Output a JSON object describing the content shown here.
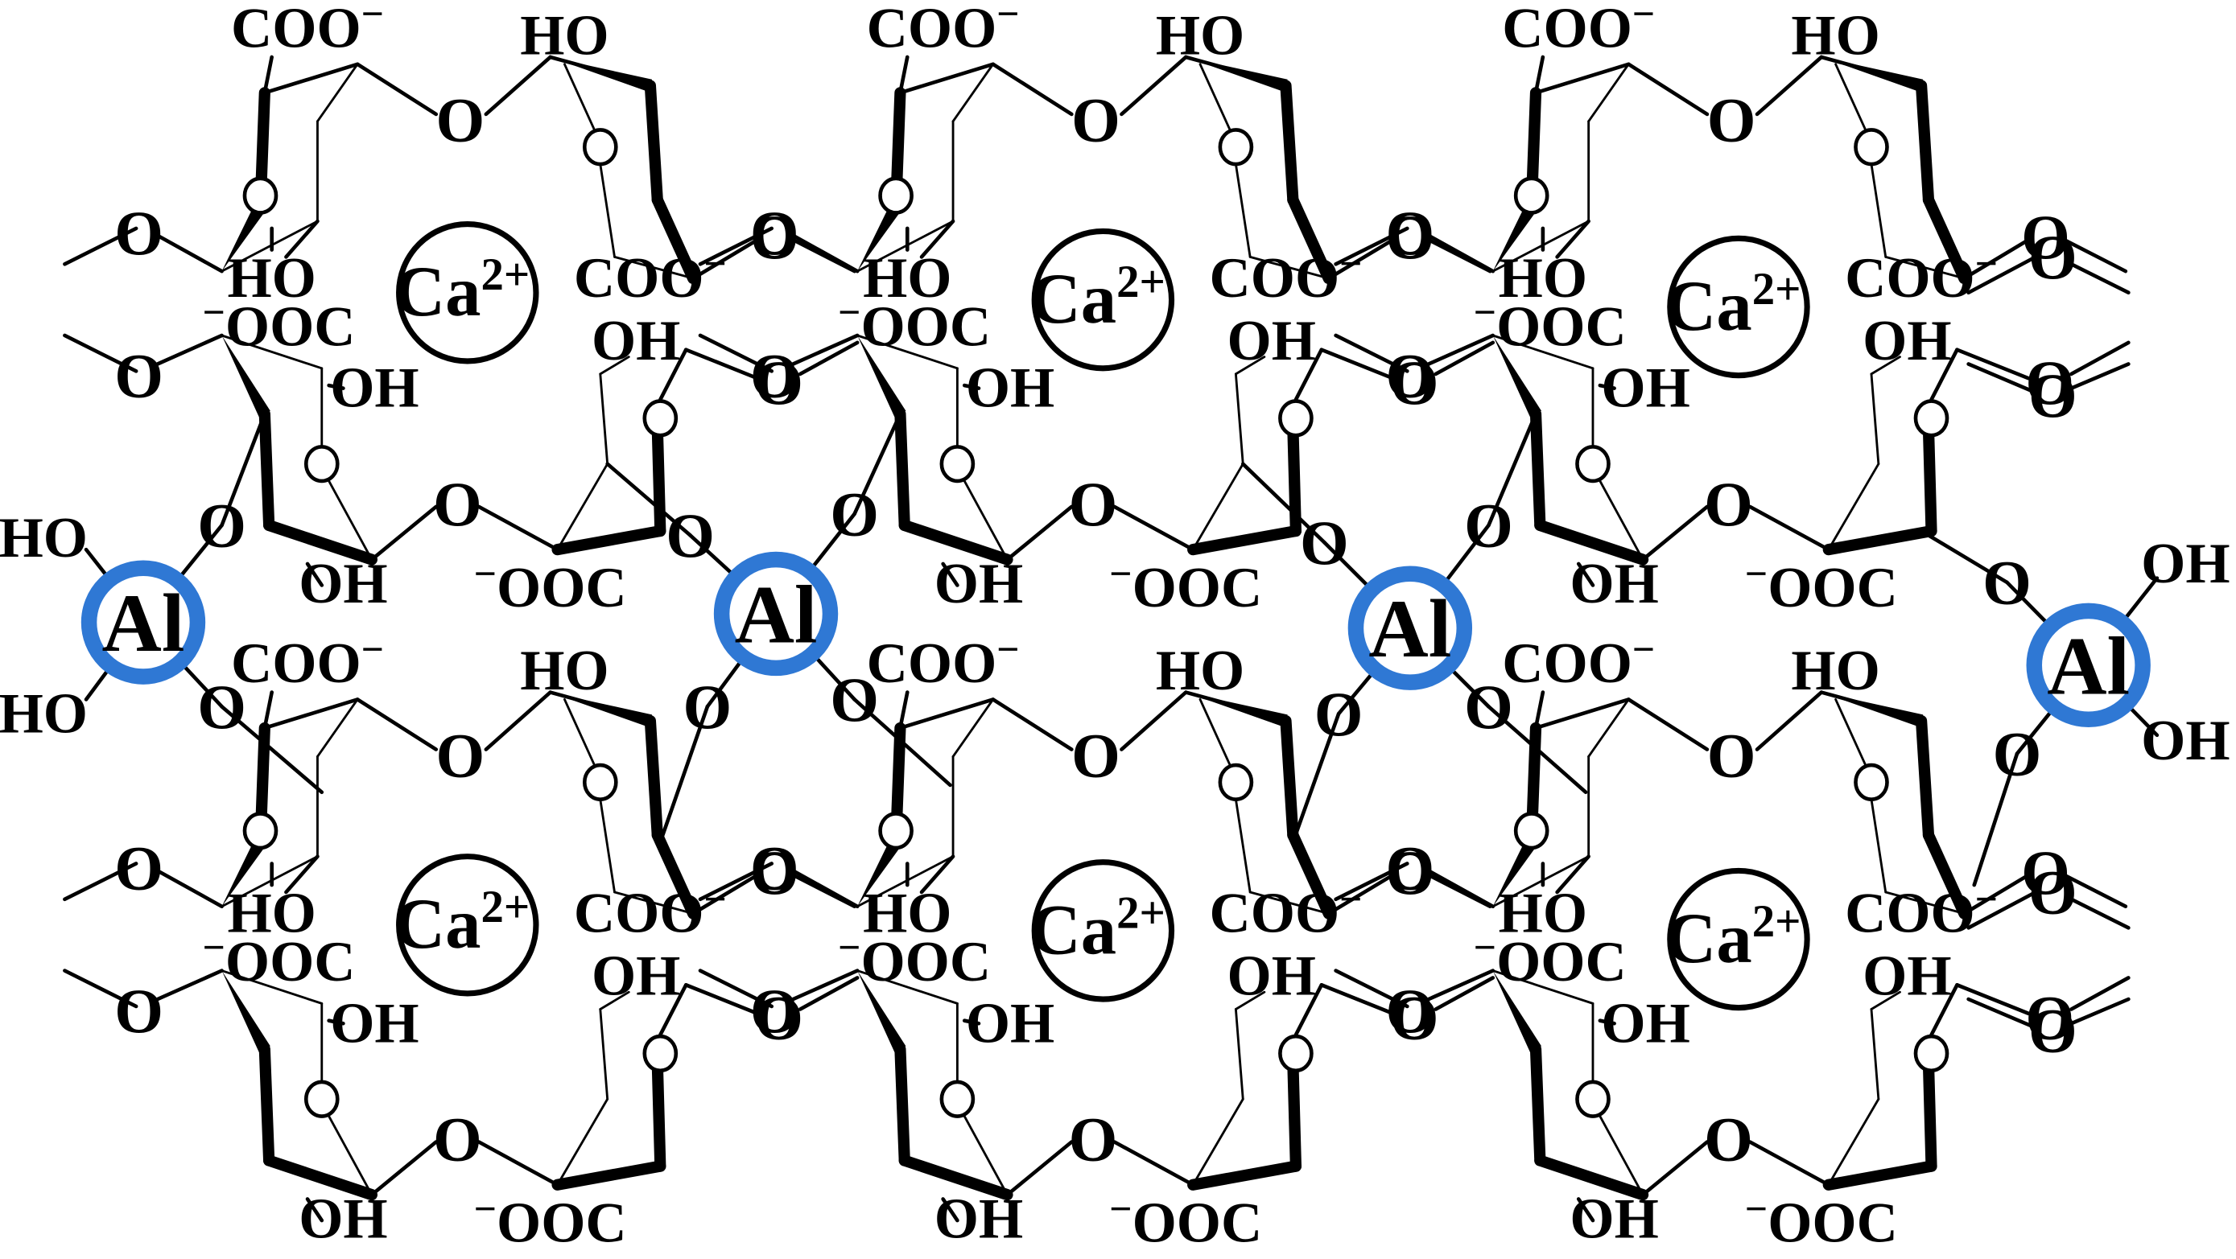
{
  "labels": {
    "al": "Al",
    "ca": "Ca",
    "ca_charge": "2+",
    "coo": "COO",
    "ooc": "OOC",
    "minus": "−",
    "oh": "OH",
    "ho": "HO",
    "o": "O"
  },
  "colors": {
    "al_ring": "#2f78d4",
    "ink": "#000000",
    "background": "#ffffff"
  },
  "structure": {
    "calcium_ions": 6,
    "aluminium_ions": 4
  }
}
